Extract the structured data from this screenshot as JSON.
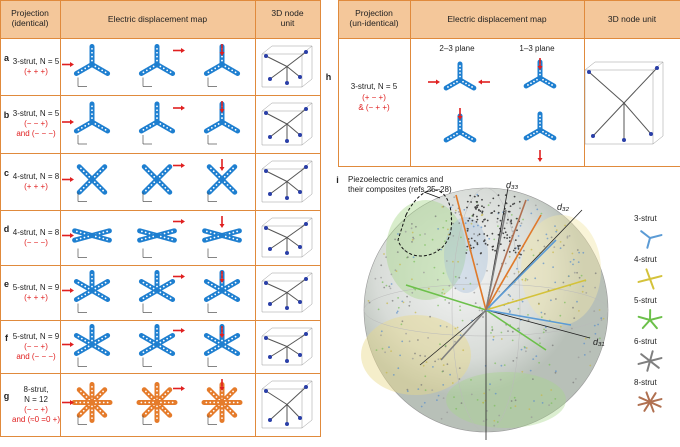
{
  "left_table": {
    "headers": {
      "projection": "Projection\n(identical)",
      "map": "Electric displacement map",
      "unit": "3D node\nunit"
    },
    "rows": [
      {
        "letter": "a",
        "name": "3-strut, N = 5",
        "signs": [
          "(+ + +)"
        ]
      },
      {
        "letter": "b",
        "name": "3-strut, N = 5",
        "signs": [
          "(− − +)",
          "and (− − −)"
        ]
      },
      {
        "letter": "c",
        "name": "4-strut, N = 8",
        "signs": [
          "(+ + +)"
        ]
      },
      {
        "letter": "d",
        "name": "4-strut, N = 8",
        "signs": [
          "(− − −)"
        ]
      },
      {
        "letter": "e",
        "name": "5-strut, N = 9",
        "signs": [
          "(+ + +)"
        ]
      },
      {
        "letter": "f",
        "name": "5-strut, N = 9",
        "signs": [
          "(− − +)",
          "and (− − −)"
        ]
      },
      {
        "letter": "g",
        "name": "8-strut,\nN = 12",
        "signs": [
          "(− − +)",
          "and (≈0 =0 +)"
        ]
      }
    ]
  },
  "right_table": {
    "letter": "h",
    "headers": {
      "projection": "Projection\n(un-identical)",
      "map": "Electric displacement map",
      "unit": "3D node unit"
    },
    "subheaders": [
      "2–3 plane",
      "1–3 plane"
    ],
    "name": "3-strut, N = 5",
    "signs": [
      "(+ − +)",
      "& (− + +)"
    ]
  },
  "panel_i": {
    "letter": "i",
    "annotation": "Piezoelectric ceramics and\ntheir composites (refs 25–28)",
    "axes": {
      "d33": "d₃₃",
      "d32": "d₃₂",
      "d31": "d₃₁"
    },
    "legend": [
      "3-strut",
      "4-strut",
      "5-strut",
      "6-strut",
      "8-strut"
    ],
    "legend_colors": [
      "#5b9bd5",
      "#d4c23a",
      "#6cc04a",
      "#7f7f7f",
      "#b07050"
    ]
  },
  "axis_labels": {
    "three": "3",
    "one": "1",
    "two": "2"
  },
  "colors": {
    "border": "#e08a3c",
    "header": "#f4c79a",
    "strut_blue": "#1e7fd0",
    "strut_orange": "#e57b2a",
    "arrow_red": "#e02020"
  }
}
